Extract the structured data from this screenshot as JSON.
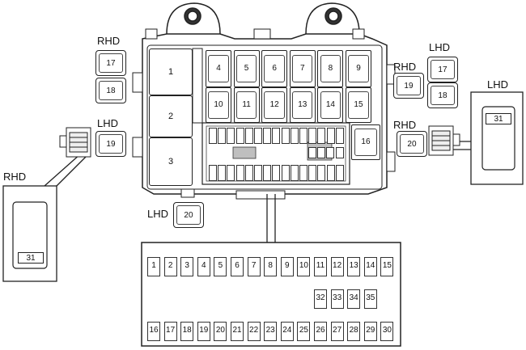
{
  "labels": {
    "rhd_17_18": "RHD",
    "lhd_19_left": "LHD",
    "rhd_left_panel": "RHD",
    "lhd_20_bottom": "LHD",
    "rhd_19_right": "RHD",
    "lhd_17_18_right": "LHD",
    "rhd_20_right": "RHD",
    "lhd_right_panel": "LHD"
  },
  "side_fuses": {
    "left_17": "17",
    "left_18": "18",
    "left_19": "19",
    "bottom_20": "20",
    "right_19": "19",
    "right_17": "17",
    "right_18": "18",
    "right_20": "20",
    "panel_left_31": "31",
    "panel_right_31": "31"
  },
  "large_relays": [
    "1",
    "2",
    "3"
  ],
  "top_relays_row1": [
    "4",
    "5",
    "6",
    "7",
    "8",
    "9"
  ],
  "top_relays_row2": [
    "10",
    "11",
    "12",
    "13",
    "14",
    "15"
  ],
  "relay_16": "16",
  "fuse_panel": {
    "top_row": [
      "1",
      "2",
      "3",
      "4",
      "5",
      "6",
      "7",
      "8",
      "9",
      "10",
      "11",
      "12",
      "13",
      "14",
      "15"
    ],
    "middle_row": [
      "32",
      "33",
      "34",
      "35"
    ],
    "bottom_row": [
      "16",
      "17",
      "18",
      "19",
      "20",
      "21",
      "22",
      "23",
      "24",
      "25",
      "26",
      "27",
      "28",
      "29",
      "30"
    ]
  },
  "colors": {
    "line": "#222222",
    "box_fill": "#ffffff",
    "shade": "#bfbfbf"
  }
}
